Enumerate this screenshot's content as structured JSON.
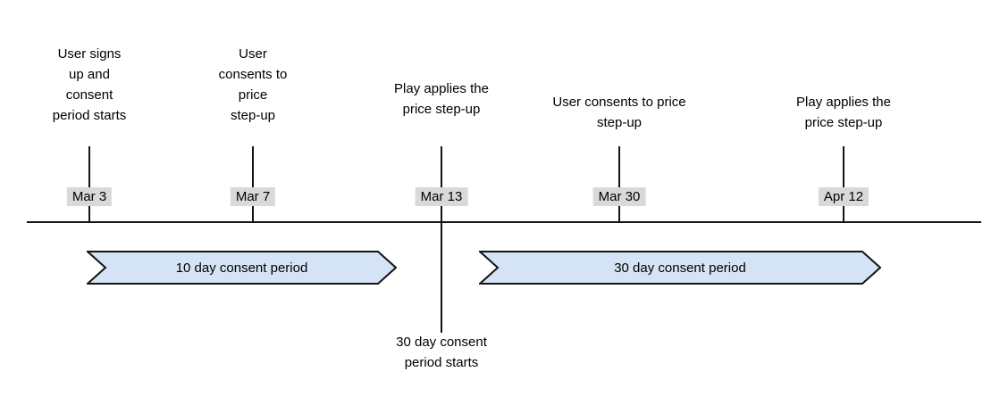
{
  "colors": {
    "banner_fill": "#d4e3f5",
    "banner_border": "#141414",
    "date_bg": "#d9d9d9",
    "line": "#141414",
    "text": "#000000"
  },
  "timeline": {
    "events": [
      {
        "date": "Mar 3",
        "label": "User signs\nup and\nconsent\nperiod starts"
      },
      {
        "date": "Mar 7",
        "label": "User\nconsents to\nprice\nstep-up"
      },
      {
        "date": "Mar 13",
        "label": "Play applies the\nprice step-up",
        "label_below": "30 day consent\nperiod starts"
      },
      {
        "date": "Mar 30",
        "label": "User consents to price\nstep-up"
      },
      {
        "date": "Apr 12",
        "label": "Play applies the\nprice step-up"
      }
    ],
    "periods": [
      {
        "label": "10 day consent period"
      },
      {
        "label": "30 day consent period"
      }
    ]
  }
}
